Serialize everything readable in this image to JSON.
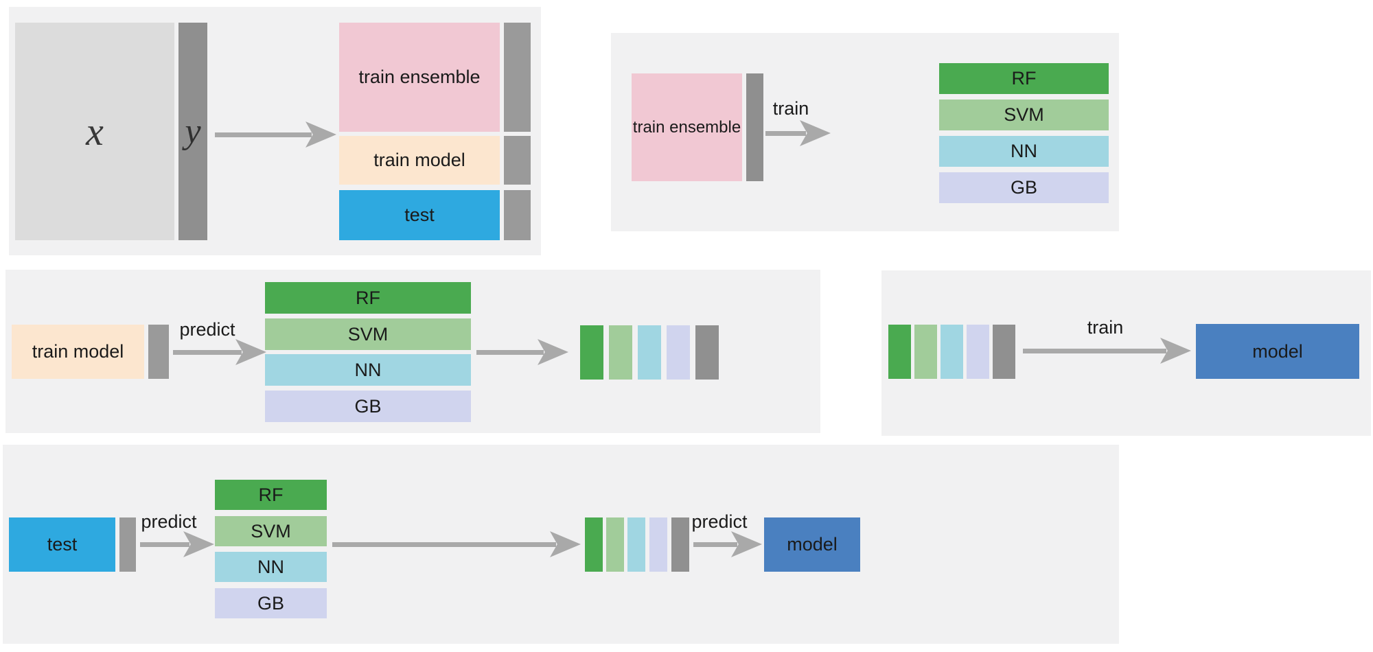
{
  "palette": {
    "page_bg": "#ffffff",
    "panel_bg": "#f1f1f2",
    "features_gray": "#dcdcdc",
    "target_gray": "#8f8f8f",
    "attached_col_gray": "#9a9a9a",
    "cluster_col_gray": "#909090",
    "pink": "#f1c8d3",
    "peach": "#fce6cf",
    "bright_blue": "#2ea9e0",
    "model_blue": "#4a80c0",
    "arrow_gray": "#a9a9a9",
    "text": "#1a1a1a"
  },
  "models": [
    {
      "label": "RF",
      "color": "#4aaa50"
    },
    {
      "label": "SVM",
      "color": "#a1cc9a"
    },
    {
      "label": "NN",
      "color": "#a0d6e2"
    },
    {
      "label": "GB",
      "color": "#d0d4ee"
    }
  ],
  "panel_split": {
    "features_label": "x",
    "target_label": "y",
    "splits": [
      {
        "label": "train ensemble",
        "color": "#f1c8d3"
      },
      {
        "label": "train model",
        "color": "#fce6cf"
      },
      {
        "label": "test",
        "color": "#2ea9e0"
      }
    ]
  },
  "panel_train_ensemble": {
    "source_label": "train ensemble",
    "arrow_label": "train"
  },
  "panel_predict_train": {
    "source_label": "train model",
    "arrow_label": "predict"
  },
  "panel_train_meta": {
    "arrow_label": "train",
    "model_label": "model"
  },
  "panel_predict_test": {
    "source_label": "test",
    "arrow_label_1": "predict",
    "arrow_label_2": "predict",
    "model_label": "model"
  }
}
